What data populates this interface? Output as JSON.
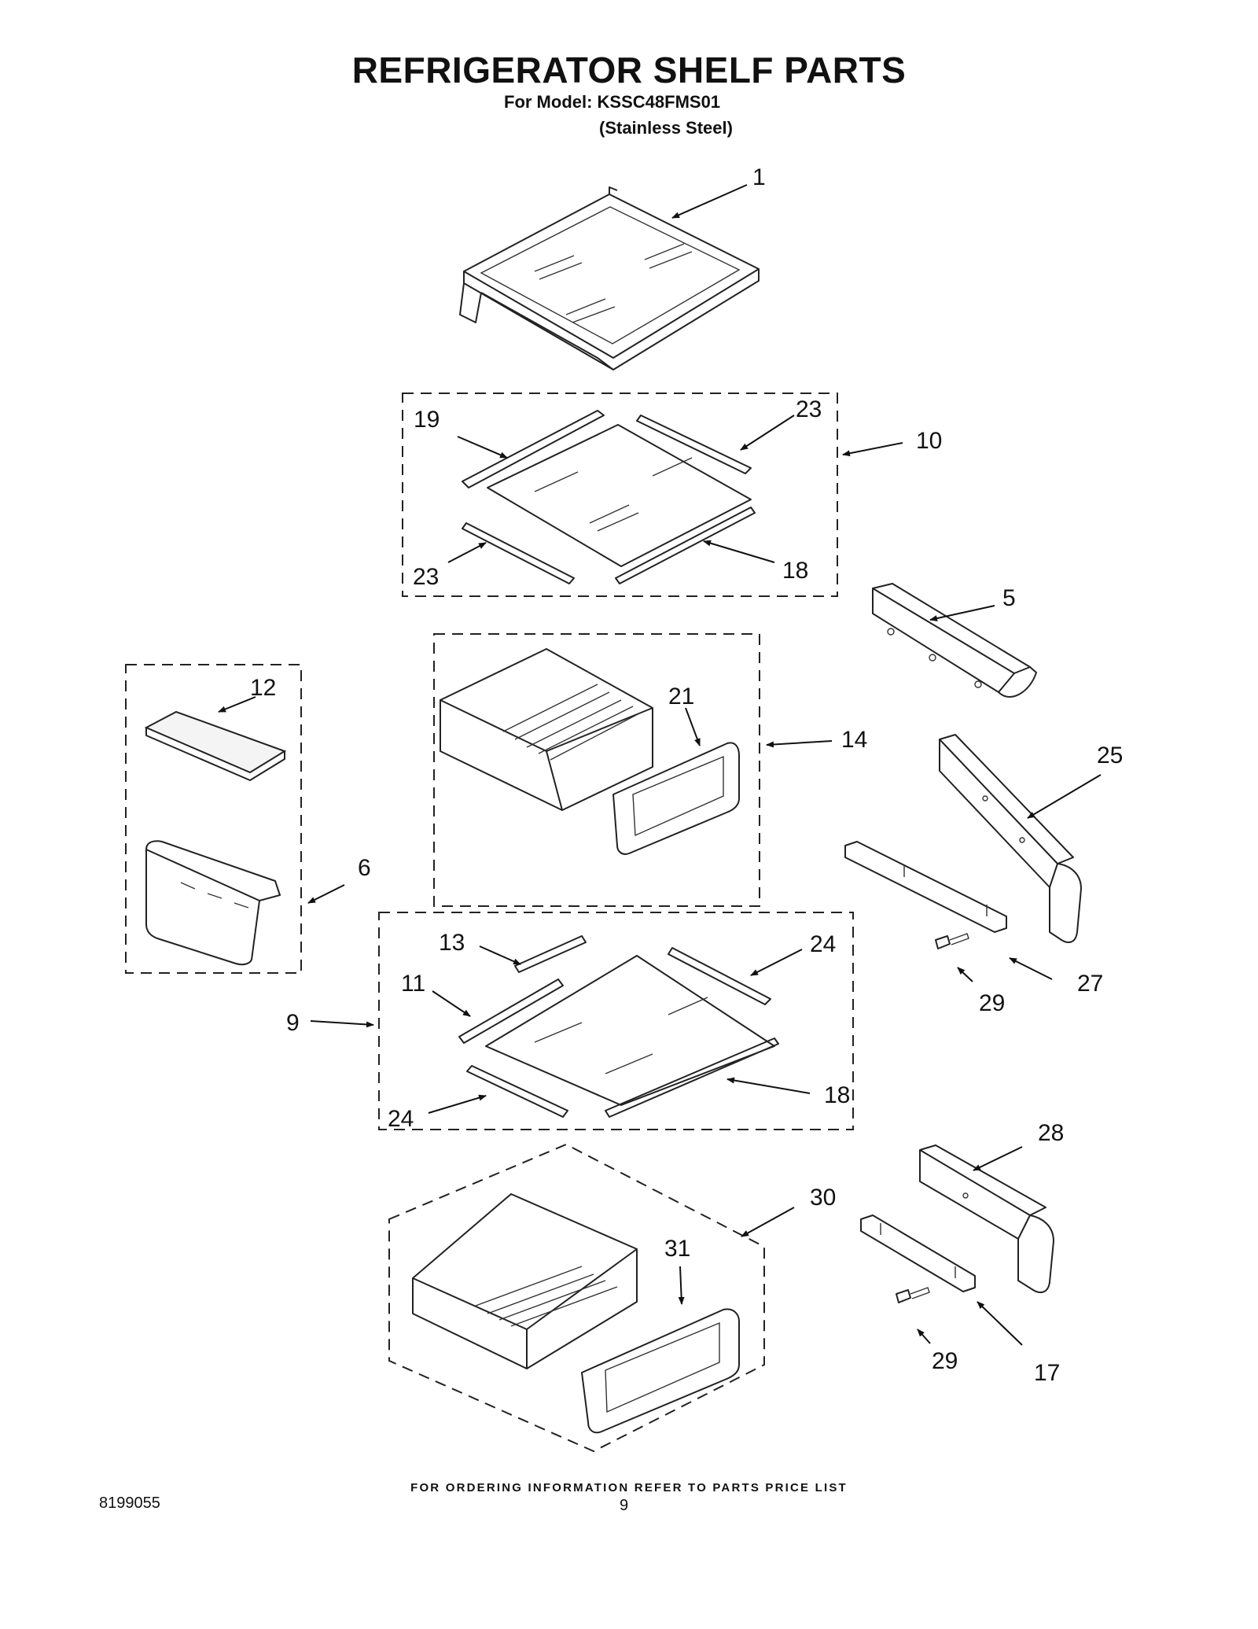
{
  "header": {
    "title": "REFRIGERATOR SHELF PARTS",
    "model_line": "For Model: KSSC48FMS01",
    "variant_line": "(Stainless Steel)"
  },
  "callouts": {
    "p1": "1",
    "p10": "10",
    "p19": "19",
    "p23a": "23",
    "p23b": "23",
    "p18a": "18",
    "p5": "5",
    "p12": "12",
    "p21": "21",
    "p14": "14",
    "p25": "25",
    "p6": "6",
    "p13": "13",
    "p24a": "24",
    "p11": "11",
    "p9": "9",
    "p29a": "29",
    "p27": "27",
    "p18b": "18",
    "p24b": "24",
    "p28": "28",
    "p30": "30",
    "p31": "31",
    "p29b": "29",
    "p17": "17"
  },
  "footer": {
    "note": "FOR ORDERING INFORMATION REFER TO PARTS PRICE LIST",
    "doc_number": "8199055",
    "page_number": "9"
  }
}
